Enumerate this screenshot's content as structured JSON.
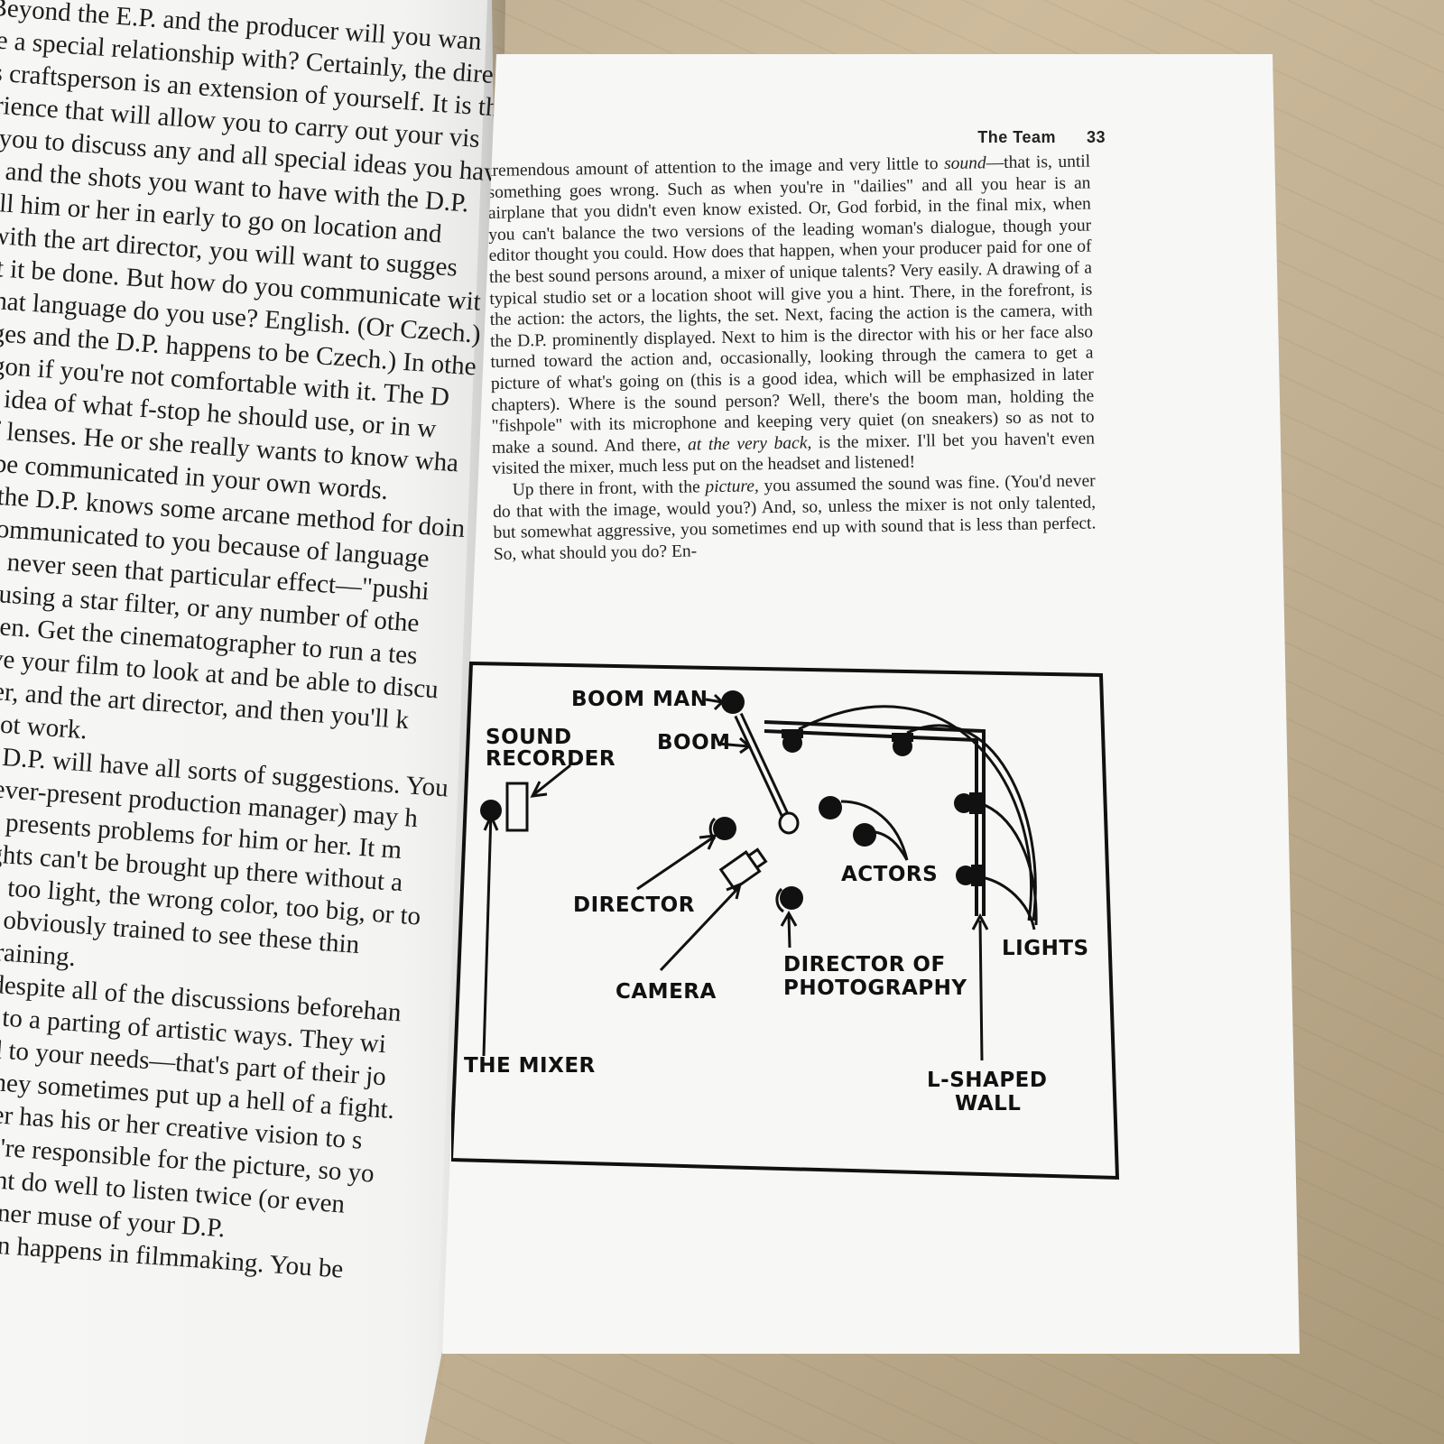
{
  "left_page": {
    "lines": [
      "Beyond the E.P. and the producer will you wan",
      "re a special relationship with? Certainly, the direc",
      "is craftsperson is an extension of yourself. It is th",
      "erience that will allow you to carry out your vis",
      "e you to discuss any and all special ideas you have",
      "m and the shots you want to have with the D.P.",
      "call him or her in early to go on location and",
      "s with the art director, you will want to sugges",
      "hat it be done. But how do you communicate wit",
      "What language do you use? English. (Or Czech.)",
      "uages and the D.P. happens to be Czech.) In othe",
      " jargon if you're not comfortable with it. The D",
      "our idea of what f-stop he should use, or in w",
      "e of lenses. He or she really wants to know wha",
      "est be communicated in your own words.",
      "nes the D.P. knows some arcane method for doin",
      "oe communicated to you because of language",
      "have never seen that particular effect—\"pushi",
      "ng,\" using a star filter, or any number of othe",
      "ve seen. Get the cinematographer to run a tes",
      "ll have your film to look at and be able to discu",
      "oducer, and the art director, and then you'll k",
      " will not work.",
      "n, the D.P. will have all sorts of suggestions. You",
      "d the ever-present production manager) may h",
      "ot that presents problems for him or her. It m",
      "and lights can't be brought up there without a",
      "o dark, too light, the wrong color, too big, or to",
      "oher is obviously trained to see these thin",
      "e that training.",
      " shoot, despite all of the discussions beforehan",
      "v come to a parting of artistic ways. They wi",
      "aste and to your needs—that's part of their jo",
      "ised if they sometimes put up a hell of a fight.",
      "tographer has his or her creative vision to s",
      "end, you're responsible for the picture, so yo",
      " you might do well to listen twice (or even",
      "ng the inner muse of your D.P.",
      "ning often happens in filmmaking. You be"
    ]
  },
  "right_page": {
    "running_head": {
      "title": "The Team",
      "page_number": "33"
    },
    "paragraphs": [
      "tremendous amount of attention to the image and very little to sound—that is, until something goes wrong. Such as when you're in \"dailies\" and all you hear is an airplane that you didn't even know existed. Or, God forbid, in the final mix, when you can't balance the two versions of the leading woman's dialogue, though your editor thought you could. How does that happen, when your producer paid for one of the best sound persons around, a mixer of unique talents? Very easily. A drawing of a typical studio set or a location shoot will give you a hint. There, in the forefront, is the action: the actors, the lights, the set. Next, facing the action is the camera, with the D.P. prominently displayed. Next to him is the director with his or her face also turned toward the action and, occasionally, looking through the camera to get a picture of what's going on (this is a good idea, which will be emphasized in later chapters). Where is the sound person? Well, there's the boom man, holding the \"fishpole\" with its microphone and keeping very quiet (on sneakers) so as not to make a sound. And there, at the very back, is the mixer. I'll bet you haven't even visited the mixer, much less put on the headset and listened!",
      "Up there in front, with the picture, you assumed the sound was fine. (You'd never do that with the image, would you?) And, so, unless the mixer is not only talented, but somewhat aggressive, you sometimes end up with sound that is less than perfect. So, what should you do? En-"
    ],
    "diagram": {
      "labels": {
        "boom_man": "BOOM MAN",
        "boom": "BOOM",
        "sound_recorder_line1": "SOUND",
        "sound_recorder_line2": "RECORDER",
        "actors": "ACTORS",
        "director": "DIRECTOR",
        "lights": "LIGHTS",
        "camera": "CAMERA",
        "dp_line1": "DIRECTOR OF",
        "dp_line2": "PHOTOGRAPHY",
        "the_mixer": "THE MIXER",
        "wall_line1": "L-SHAPED",
        "wall_line2": "WALL"
      }
    }
  }
}
